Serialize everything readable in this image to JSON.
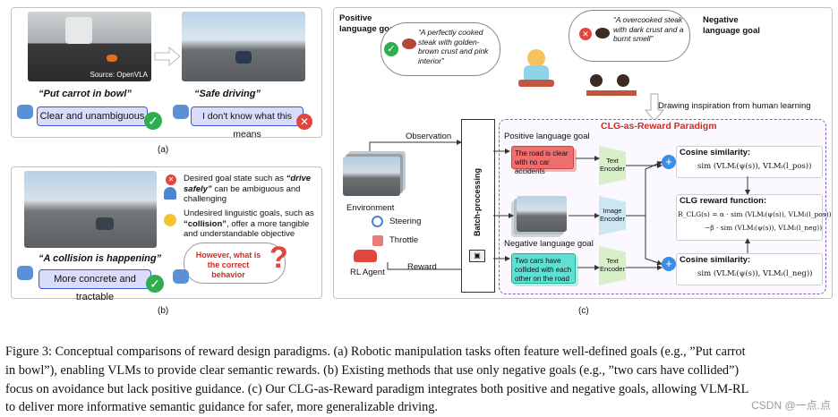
{
  "panel_a": {
    "source": "Source: OpenVLA",
    "quote_left": "“Put carrot in bowl”",
    "quote_right": "“Safe driving”",
    "response_left": "Clear and unambiguous",
    "response_right": "I don't know what this means",
    "label": "(a)"
  },
  "panel_b": {
    "item1_pre": "Desired goal state such as ",
    "item1_em": "“drive safely”",
    "item1_post": " can be ambiguous and challenging",
    "item2_pre": "Undesired linguistic goals, such as ",
    "item2_em": "“collision”",
    "item2_post": ", offer a more tangible and understandable objective",
    "question": "However, what is the correct behavior",
    "quote": "“A collision is happening”",
    "response": "More concrete and tractable",
    "label": "(b)"
  },
  "panel_c": {
    "pos_goal_title": "Positive language goal",
    "pos_goal_text": "“A perfectly cooked steak with golden-brown crust and pink interior”",
    "neg_goal_title": "Negative language goal",
    "neg_goal_text": "“A overcooked steak with dark crust and a burnt smell”",
    "inspiration": "Drawing inspiration from human learning",
    "paradigm_title": "CLG-as-Reward Paradigm",
    "observation": "Observation",
    "environment": "Environment",
    "steering": "Steering",
    "throttle": "Throttle",
    "rl_agent": "RL Agent",
    "reward": "Reward",
    "batch": "Batch-processing",
    "pos_lang_goal": "Positive language goal",
    "pos_lang_text": "The road is clear with no car accidents",
    "neg_lang_goal": "Negative language goal",
    "neg_lang_text": "Two cars have collided with each other on the road",
    "text_encoder": "Text Encoder",
    "image_encoder": "Image Encoder",
    "cos1_title": "Cosine similarity:",
    "cos1_formula": "sim (VLMᵢ(ψ(s)), VLMₗ(l_pos))",
    "clg_title": "CLG reward function:",
    "clg_formula1": "R_CLG(s) = α · sim (VLMᵢ(ψ(s)), VLMₗ(l_pos))",
    "clg_formula2": "−β · sim (VLMᵢ(ψ(s)), VLMₗ(l_neg))",
    "cos2_title": "Cosine similarity:",
    "cos2_formula": "sim (VLMᵢ(ψ(s)), VLMₗ(l_neg))",
    "label": "(c)"
  },
  "caption": {
    "line1": "Figure 3: Conceptual comparisons of reward design paradigms. (a) Robotic manipulation tasks often feature well-defined goals (e.g., ”Put carrot",
    "line2": "in bowl”), enabling VLMs to provide clear semantic rewards. (b) Existing methods that use only negative goals (e.g., ”two cars have collided”)",
    "line3": "focus on avoidance but lack positive guidance. (c) Our CLG-as-Reward paradigm integrates both positive and negative goals, allowing VLM-RL",
    "line4": "to deliver more informative semantic guidance for safer, more generalizable driving."
  },
  "watermark": "CSDN @一点.点",
  "colors": {
    "accent_blue": "#3d56d6",
    "bubble_fill": "#d9ddfb",
    "ok_green": "#2fae4f",
    "bad_red": "#e0463d",
    "paradigm_red": "#d42a1f",
    "dashed_purple": "#8e5cc6"
  }
}
